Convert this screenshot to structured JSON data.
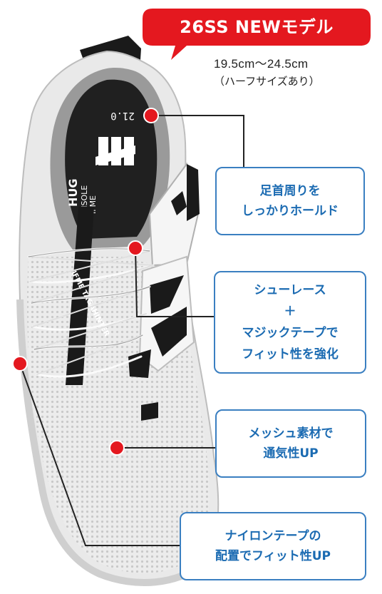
{
  "badge": {
    "text": "26SS NEWモデル",
    "color": "#e4181f"
  },
  "sizes": {
    "range": "19.5cm～24.5cm",
    "note": "（ハーフサイズあり）"
  },
  "insole_text": {
    "size": "21.0",
    "brand1": "HUG",
    "brand2": "INSOLE",
    "brand3": "IFME"
  },
  "strap_text": "IFME TAGAHINTER",
  "callouts": [
    {
      "lines": [
        "足首周りを",
        "しっかりホールド"
      ]
    },
    {
      "lines": [
        "シューレース",
        "＋",
        "マジックテープで",
        "フィット性を強化"
      ]
    },
    {
      "lines": [
        "メッシュ素材で",
        "通気性UP"
      ]
    },
    {
      "lines": [
        "ナイロンテープの",
        "配置でフィット性UP"
      ]
    }
  ],
  "colors": {
    "accent": "#1b6bb2",
    "marker": "#e4181f",
    "shoe_black": "#1a1a1a",
    "shoe_white": "#f2f2f2"
  }
}
